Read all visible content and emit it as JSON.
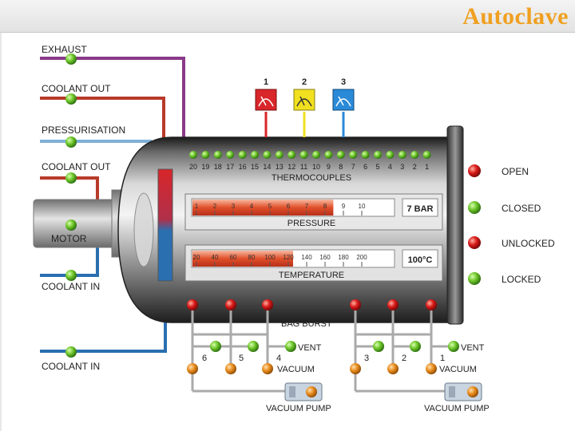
{
  "slide": {
    "title": "Autoclave"
  },
  "inlets": {
    "exhaust": "EXHAUST",
    "coolant_out_1": "COOLANT OUT",
    "pressurisation": "PRESSURISATION",
    "coolant_out_2": "COOLANT OUT",
    "motor": "MOTOR",
    "coolant_in_1": "COOLANT IN",
    "coolant_in_2": "COOLANT IN"
  },
  "gauges": [
    {
      "number": "1",
      "color": "#d8262a"
    },
    {
      "number": "2",
      "color": "#f0e020"
    },
    {
      "number": "3",
      "color": "#2a8ad8"
    }
  ],
  "thermocouples": {
    "label": "THERMOCOUPLES",
    "numbers": [
      "20",
      "19",
      "18",
      "17",
      "16",
      "15",
      "14",
      "13",
      "12",
      "11",
      "10",
      "9",
      "8",
      "7",
      "6",
      "5",
      "4",
      "3",
      "2",
      "1"
    ]
  },
  "pressure": {
    "label": "PRESSURE",
    "readout": "7 BAR",
    "ticks": [
      "1",
      "2",
      "3",
      "4",
      "5",
      "6",
      "7",
      "8",
      "9",
      "10"
    ],
    "level": 0.7
  },
  "temperature": {
    "label": "TEMPERATURE",
    "readout": "100°C",
    "ticks": [
      "20",
      "40",
      "60",
      "80",
      "100",
      "120",
      "140",
      "160",
      "180",
      "200"
    ],
    "level": 0.5
  },
  "status": {
    "open": "OPEN",
    "closed": "CLOSED",
    "unlocked": "UNLOCKED",
    "locked": "LOCKED"
  },
  "colors": {
    "red_led": "#d81818",
    "green_led": "#6cc428",
    "orange_valve": "#e88a1a",
    "exhaust_pipe": "#8a3a8a",
    "coolant_out_pipe": "#b83a2a",
    "pressurisation_pipe": "#7fb0d8",
    "coolant_in_pipe": "#2a6fb0",
    "pipe_grey": "#aaaaaa"
  },
  "bag": {
    "bag_burst": "BAG BURST",
    "vent": "VENT",
    "vacuum": "VACUUM",
    "vacuum_pump": "VACUUM PUMP",
    "ports": [
      "6",
      "5",
      "4",
      "3",
      "2",
      "1"
    ]
  }
}
